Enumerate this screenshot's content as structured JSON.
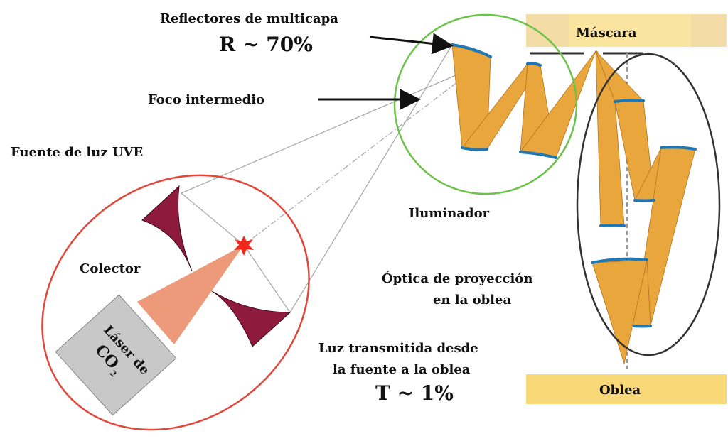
{
  "labels": {
    "reflectors": "Reflectores de multicapa",
    "reflectance": "R ~ 70%",
    "intermediate_focus": "Foco intermedio",
    "euv_source": "Fuente de luz UVE",
    "collector": "Colector",
    "laser_line1": "Láser de",
    "laser_line2": "CO",
    "laser_sub": "2",
    "illuminator": "Iluminador",
    "projection_line1": "Óptica de proyección",
    "projection_line2": "en la oblea",
    "transmitted_line1": "Luz transmitida desde",
    "transmitted_line2": "la fuente a la oblea",
    "transmittance": "T ~ 1%",
    "mask": "Máscara",
    "wafer": "Oblea"
  },
  "colors": {
    "beam": "#e9a63c",
    "mirror": "#1f78b4",
    "collector": "#8e1b3e",
    "laser_beam": "#ec9a7a",
    "source_circle": "#e0483c",
    "illuminator_circle": "#6cc24a",
    "mask": "#f7d98c",
    "wafer": "#f9d878"
  }
}
